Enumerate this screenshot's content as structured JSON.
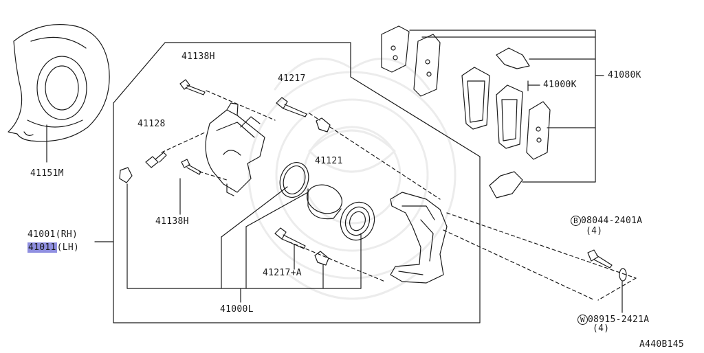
{
  "diagram": {
    "labels": {
      "splash_shield": "41151M",
      "caliper_rh": "41001(RH)",
      "caliper_lh_num": "41011",
      "caliper_lh_side": "(LH)",
      "bolt_top": "41138H",
      "bolt_bottom": "41138H",
      "bleeder": "41128",
      "pin_top": "41217",
      "pin_bottom": "41217+A",
      "piston": "41121",
      "kit": "41000L",
      "pad_set": "41000K",
      "pad_kit": "41080K",
      "bolt_b": "08044-2401A",
      "bolt_b_qty": "(4)",
      "washer_w": "08915-2421A",
      "washer_w_qty": "(4)",
      "bolt_b_letter": "B",
      "washer_w_letter": "W",
      "figure_code": "A440B145"
    },
    "highlight_color": "#8f8fe0",
    "line_color": "#1a1a1a"
  }
}
